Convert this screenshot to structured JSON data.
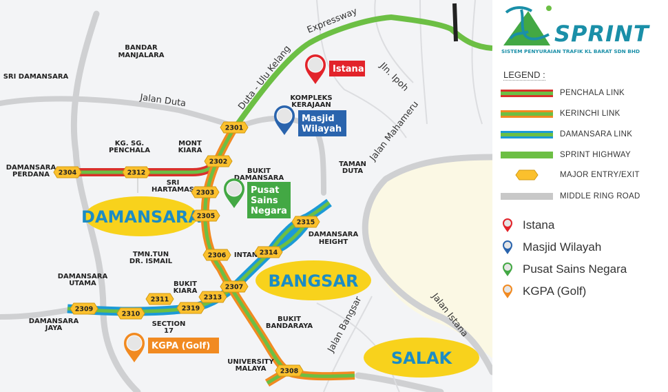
{
  "logo": {
    "word": "SPRINT",
    "subtitle": "SISTEM PENYURAIAN TRAFIK KL BARAT SDN BHD"
  },
  "legend": {
    "title": "LEGEND :",
    "items": [
      {
        "label": "PENCHALA LINK",
        "color": "#6cbf44",
        "edge": "#d9312b"
      },
      {
        "label": "KERINCHI LINK",
        "color": "#6cbf44",
        "edge": "#f18a21"
      },
      {
        "label": "DAMANSARA LINK",
        "color": "#6cbf44",
        "edge": "#1c9ad6"
      },
      {
        "label": "SPRINT HIGHWAY",
        "color": "#6cbf44"
      },
      {
        "label": "MAJOR ENTRY/EXIT",
        "color": "#fbc02d"
      },
      {
        "label": "MIDDLE RING ROAD",
        "color": "#c8c8c8"
      }
    ],
    "places": [
      {
        "label": "Istana",
        "color": "#e2232a"
      },
      {
        "label": "Masjid Wilayah",
        "color": "#2a64ad"
      },
      {
        "label": "Pusat Sains Negara",
        "color": "#43a844"
      },
      {
        "label": "KGPA (Golf)",
        "color": "#f18a21"
      }
    ]
  },
  "map": {
    "districts": [
      "DAMANSARA",
      "BANGSAR",
      "SALAK"
    ],
    "areas": [
      "BANDAR",
      "MANJALARA",
      "SRI DAMANSARA",
      "KG. SG.",
      "PENCHALA",
      "MONT",
      "KIARA",
      "DAMANSARA",
      "PERDANA",
      "SRI",
      "HARTAMAS",
      "BUKIT",
      "DAMANSARA",
      "KOMPLEKS",
      "KERAJAAN",
      "TAMAN",
      "DUTA",
      "DAMANSARA",
      "HEIGHT",
      "INTAN",
      "TMN.TUN",
      "DR. ISMAIL",
      "DAMANSARA",
      "UTAMA",
      "BUKIT",
      "KIARA",
      "DAMANSARA",
      "JAYA",
      "SECTION",
      "17",
      "BUKIT",
      "BANDARAYA",
      "UNIVERSITY",
      "MALAYA"
    ],
    "roads": [
      "Duta - Ulu Kelang",
      "Expressway",
      "Jalan Duta",
      "Jln. Ipoh",
      "Jalan Mahameru",
      "Jalan Bangsar",
      "Jalan Istana"
    ],
    "exits": [
      "2301",
      "2302",
      "2303",
      "2304",
      "2305",
      "2306",
      "2307",
      "2308",
      "2309",
      "2310",
      "2311",
      "2312",
      "2313",
      "2314",
      "2315",
      "2319"
    ],
    "pins": [
      {
        "lines": [
          "Istana"
        ],
        "color": "#e2232a"
      },
      {
        "lines": [
          "Masjid",
          "Wilayah"
        ],
        "color": "#2a64ad"
      },
      {
        "lines": [
          "Pusat",
          "Sains",
          "Negara"
        ],
        "color": "#43a844"
      },
      {
        "lines": [
          "KGPA (Golf)"
        ],
        "color": "#f18a21"
      }
    ]
  }
}
